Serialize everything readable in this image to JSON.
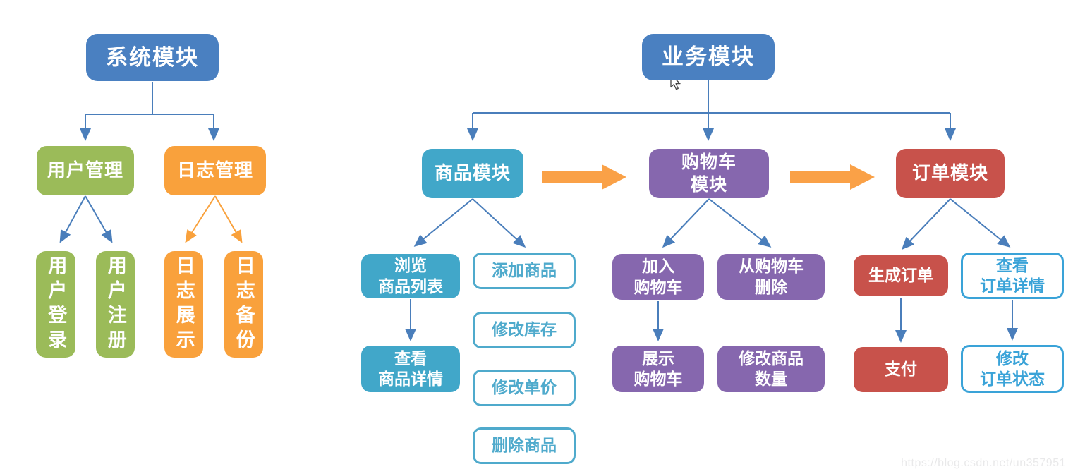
{
  "nodes": {
    "system": {
      "label": "系统模块"
    },
    "user_mgmt": {
      "label": "用户管理"
    },
    "log_mgmt": {
      "label": "日志管理"
    },
    "user_login": {
      "label": "用户登录"
    },
    "user_register": {
      "label": "用户注册"
    },
    "log_display": {
      "label": "日志展示"
    },
    "log_backup": {
      "label": "日志备份"
    },
    "business": {
      "label": "业务模块"
    },
    "product": {
      "label": "商品模块"
    },
    "cart": {
      "label": "购物车\n模块"
    },
    "order": {
      "label": "订单模块"
    },
    "browse_list": {
      "label": "浏览\n商品列表"
    },
    "view_detail": {
      "label": "查看\n商品详情"
    },
    "add_product": {
      "label": "添加商品"
    },
    "modify_stock": {
      "label": "修改库存"
    },
    "modify_price": {
      "label": "修改单价"
    },
    "delete_product": {
      "label": "删除商品"
    },
    "add_to_cart": {
      "label": "加入\n购物车"
    },
    "remove_cart": {
      "label": "从购物车\n删除"
    },
    "show_cart": {
      "label": "展示\n购物车"
    },
    "modify_qty": {
      "label": "修改商品\n数量"
    },
    "create_order": {
      "label": "生成订单"
    },
    "view_order": {
      "label": "查看\n订单详情"
    },
    "pay": {
      "label": "支付"
    },
    "order_status": {
      "label": "修改\n订单状态"
    }
  },
  "watermark": {
    "text": "https://blog.csdn.net/un357951"
  },
  "colors": {
    "root_blue": "#4A80C1",
    "green": "#9BBB59",
    "orange_box": "#F9A13C",
    "teal_fill": "#41A7C9",
    "teal_outline": "#4FAACC",
    "blue_outline": "#3AA3D8",
    "purple": "#8667AE",
    "red": "#C8524B",
    "connector_blue": "#4A7EBB",
    "connector_orange": "#F9A13C",
    "flow_arrow_orange": "#FAA147",
    "watermark_gray": "#E9E9EA"
  }
}
